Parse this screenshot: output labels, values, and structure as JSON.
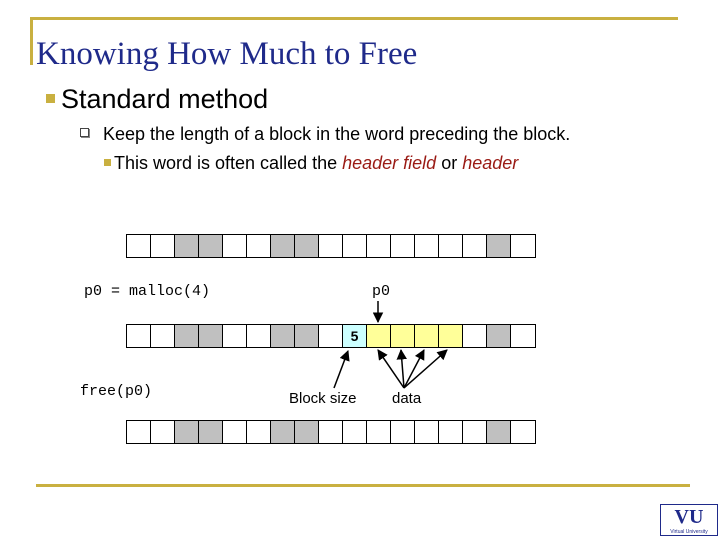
{
  "slide": {
    "title": "Knowing How Much to Free",
    "bullet1": "Standard method",
    "bullet2": "Keep the length of a block in the word preceding the block.",
    "bullet3": {
      "prefix": "This word is often called the ",
      "term1": "header field",
      "middle": " or ",
      "term2": "header"
    }
  },
  "diagram": {
    "malloc_call": "p0 = malloc(4)",
    "pointer_label": "p0",
    "free_call": "free(p0)",
    "header_value": "5",
    "block_size_label": "Block size",
    "data_label": "data",
    "colors": {
      "allocated": "#c0c0c0",
      "free": "#ffffff",
      "header": "#ccffff",
      "data": "#ffff99"
    },
    "rows": [
      {
        "name": "memory-before-malloc",
        "cells": [
          "free",
          "free",
          "allocated",
          "allocated",
          "free",
          "free",
          "allocated",
          "allocated",
          "free",
          "free",
          "free",
          "free",
          "free",
          "free",
          "free",
          "allocated",
          "free"
        ]
      },
      {
        "name": "memory-after-malloc",
        "cells": [
          "free",
          "free",
          "allocated",
          "allocated",
          "free",
          "free",
          "allocated",
          "allocated",
          "free",
          "header",
          "data",
          "data",
          "data",
          "data",
          "free",
          "allocated",
          "free"
        ]
      },
      {
        "name": "memory-after-free",
        "cells": [
          "free",
          "free",
          "allocated",
          "allocated",
          "free",
          "free",
          "allocated",
          "allocated",
          "free",
          "free",
          "free",
          "free",
          "free",
          "free",
          "free",
          "allocated",
          "free"
        ]
      }
    ]
  },
  "footer": {
    "logo_mark": "VU",
    "logo_sub": "Virtual University"
  }
}
